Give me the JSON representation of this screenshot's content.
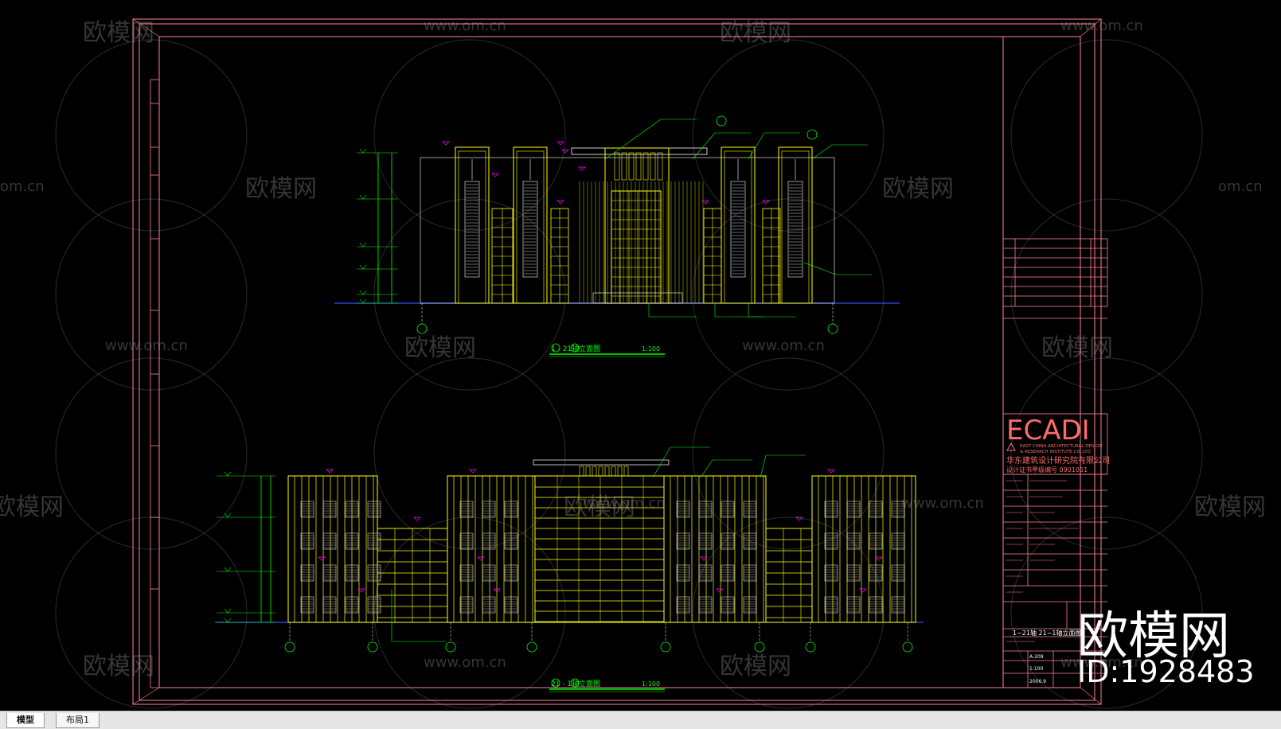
{
  "drawing": {
    "elevation_top_title": "1 - 21轴立面图",
    "elevation_top_scale": "1:100",
    "elevation_bottom_title": "21 - 1轴立面图",
    "elevation_bottom_scale": "1:100"
  },
  "title_block": {
    "company_logo": "ECADI",
    "company_en_1": "EAST CHINA ARCHITECTURAL DESIGN",
    "company_en_2": "& RESEARCH INSTITUTE CO.,LTD",
    "company_cn": "华东建筑设计研究院有限公司",
    "certificate": "设计证书甲级编号 0901061",
    "sheet_title": "1~21轴 21~1轴立面图",
    "drawing_number": "A-209",
    "scale_value": "1:100",
    "date_value": "2006.9"
  },
  "watermark": {
    "brand": "欧模网",
    "url": "www.om.cn",
    "url_short": "om.cn",
    "big_brand": "欧模网",
    "id_label": "ID:1928483"
  },
  "tabs": [
    {
      "label": "模型",
      "active": true
    },
    {
      "label": "布局1",
      "active": false
    }
  ],
  "colors": {
    "background": "#000000",
    "frame": "#ff7f9f",
    "building": "#ffff00",
    "dimension": "#00ff00",
    "annotation": "#ff00ff",
    "ground": "#3050ff",
    "logo": "#ff6a6a"
  }
}
